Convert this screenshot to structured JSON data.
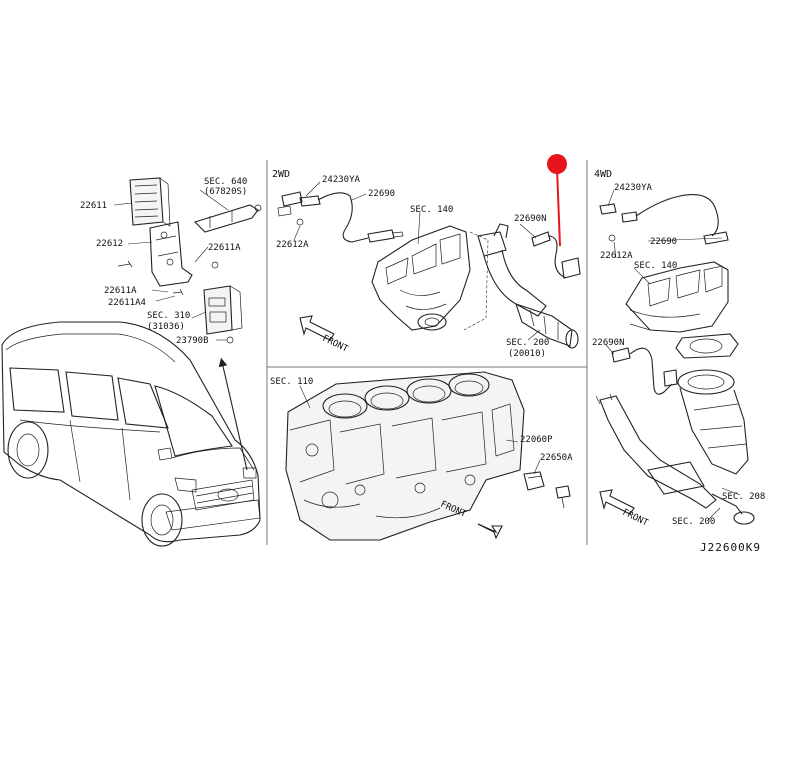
{
  "panels": {
    "top_left": {
      "labels": {
        "p22611": "22611",
        "p22612": "22612",
        "p22611A": "22611A",
        "p22611A_b": "22611A",
        "p22611A4": "22611A4",
        "sec640_a": "SEC. 640",
        "sec640_b": "(67820S)",
        "sec310_a": "SEC. 310",
        "sec310_b": "(31036)",
        "p23790B": "23790B"
      }
    },
    "top_middle": {
      "drive": "2WD",
      "labels": {
        "p24230YA": "24230YA",
        "p22690": "22690",
        "p22612A": "22612A",
        "sec140": "SEC. 140",
        "p22690N": "22690N",
        "sec200_a": "SEC. 200",
        "sec200_b": "(20010)",
        "front": "FRONT"
      }
    },
    "top_right": {
      "drive": "4WD",
      "labels": {
        "p24230YA": "24230YA",
        "p22690": "22690",
        "p22612A": "22612A",
        "sec140": "SEC. 140",
        "p22690N": "22690N",
        "sec208": "SEC. 208",
        "sec200": "SEC. 200",
        "front": "FRONT"
      }
    },
    "bottom_middle": {
      "labels": {
        "sec110": "SEC. 110",
        "p22060P": "22060P",
        "p22650A": "22650A",
        "front": "FRONT"
      }
    }
  },
  "diagram_code": "J22600K9",
  "colors": {
    "marker": "#e8141b",
    "ink": "#222222",
    "divider": "#777777"
  }
}
